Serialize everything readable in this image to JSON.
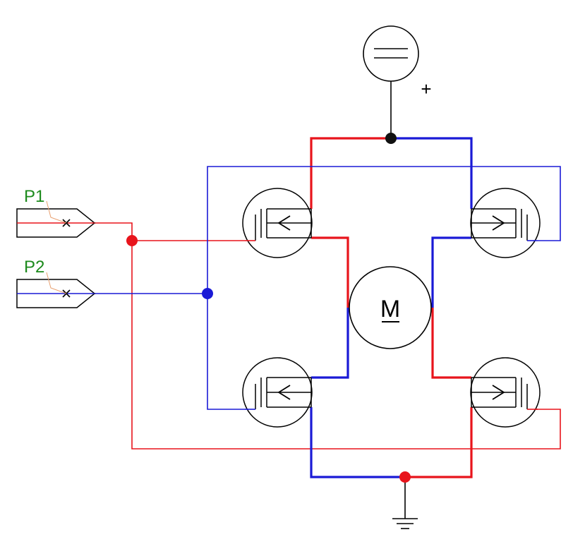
{
  "diagram": {
    "title": "",
    "ports": [
      {
        "id": "p1",
        "label": "P1"
      },
      {
        "id": "p2",
        "label": "P2"
      }
    ],
    "supply": {
      "polarity_label": "+"
    },
    "motor": {
      "label": "M"
    },
    "colors": {
      "p1_net": "#e8141c",
      "p2_net": "#1a1ad6",
      "label": "#1c8a1c",
      "outline": "#000000",
      "leader": "#e8a070"
    },
    "transistors": [
      {
        "id": "q-top-left",
        "arrow": "left"
      },
      {
        "id": "q-top-right",
        "arrow": "right"
      },
      {
        "id": "q-bottom-left",
        "arrow": "left"
      },
      {
        "id": "q-bottom-right",
        "arrow": "right"
      }
    ]
  }
}
